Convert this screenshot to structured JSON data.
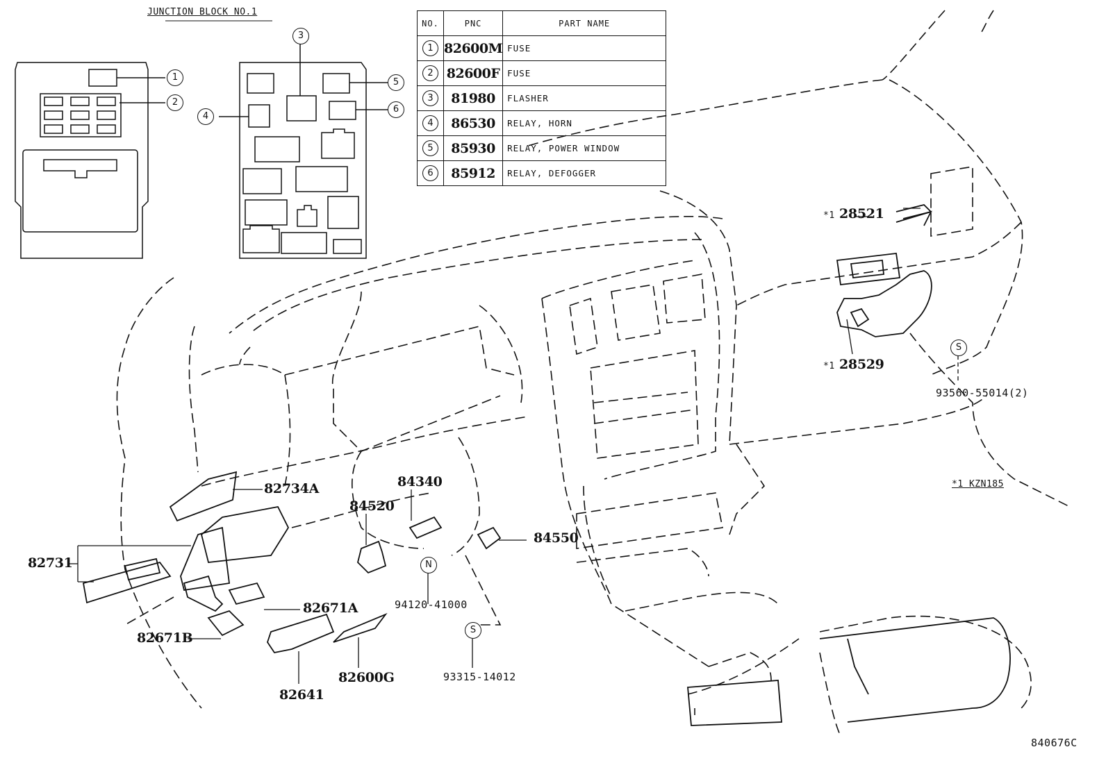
{
  "junction_block_title": "JUNCTION BLOCK NO.1",
  "table": {
    "headers": [
      "NO.",
      "PNC",
      "PART NAME"
    ],
    "rows": [
      {
        "no": "1",
        "pnc": "82600M",
        "name": "FUSE"
      },
      {
        "no": "2",
        "pnc": "82600F",
        "name": "FUSE"
      },
      {
        "no": "3",
        "pnc": "81980",
        "name": "FLASHER"
      },
      {
        "no": "4",
        "pnc": "86530",
        "name": "RELAY, HORN"
      },
      {
        "no": "5",
        "pnc": "85930",
        "name": "RELAY, POWER WINDOW"
      },
      {
        "no": "6",
        "pnc": "85912",
        "name": "RELAY, DEFOGGER"
      }
    ]
  },
  "callouts": [
    "1",
    "2",
    "3",
    "4",
    "5",
    "6"
  ],
  "parts": {
    "p28521": "28521",
    "p28529": "28529",
    "star_mark": "*1",
    "p93560": "93560-55014(2)",
    "kzn_note": "*1 KZN185",
    "p82734A": "82734A",
    "p84340": "84340",
    "p84520": "84520",
    "p84550": "84550",
    "p82731": "82731",
    "p82671A": "82671A",
    "p82671B": "82671B",
    "p94120": "94120-41000",
    "p93315": "93315-14012",
    "p82600G": "82600G",
    "p82641": "82641",
    "ref_code": "840676C"
  },
  "markers": {
    "s1": "S",
    "s2": "S",
    "n1": "N"
  }
}
